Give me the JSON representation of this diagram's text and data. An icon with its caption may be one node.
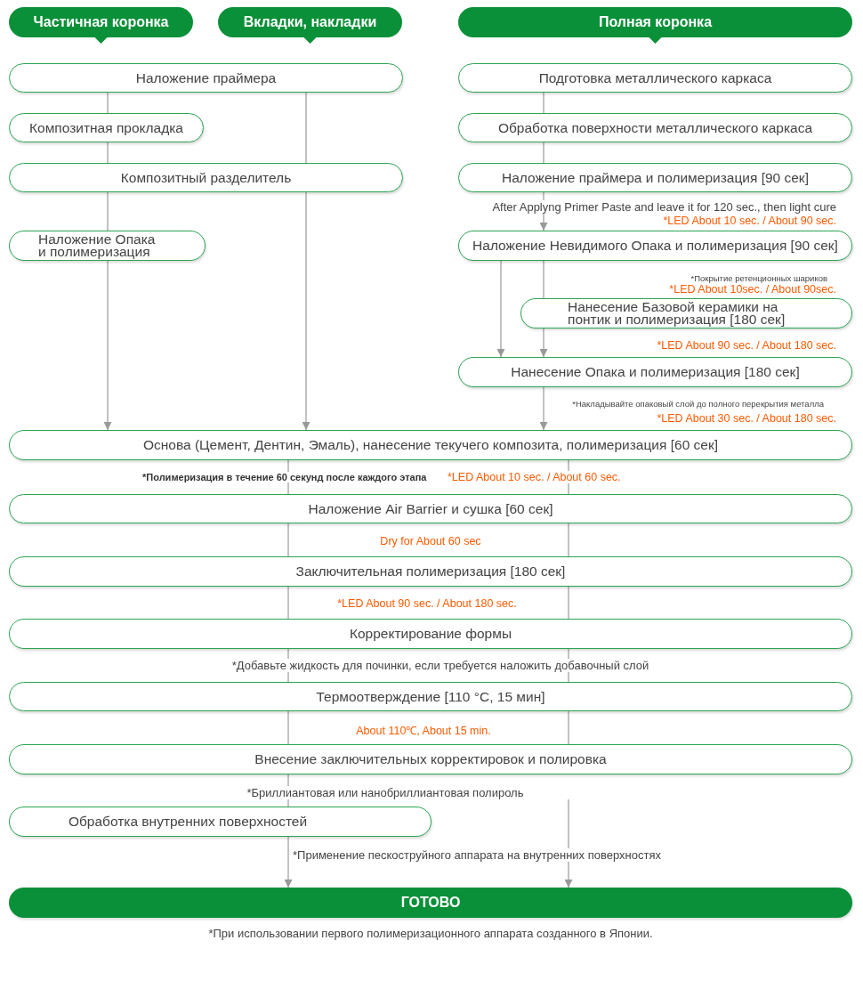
{
  "diagram": {
    "nodes": [
      {
        "text": [
          "Частичная коронка"
        ]
      },
      {
        "text": [
          "Вкладки, накладки"
        ]
      },
      {
        "text": [
          "Полная коронка"
        ]
      },
      {
        "text": [
          "Наложение праймера"
        ]
      },
      {
        "text": [
          "Композитная прокладка"
        ]
      },
      {
        "text": [
          "Композитный разделитель"
        ]
      },
      {
        "text": [
          "Наложение Опака и полимеризация"
        ]
      },
      {
        "text": [
          "Подготовка металлического каркаса"
        ]
      },
      {
        "text": [
          "Обработка поверхности металлического каркаса"
        ]
      },
      {
        "text": [
          "Наложение праймера и полимеризация [90 сек]"
        ]
      },
      {
        "text": [
          "Наложение Невидимого Опака и полимеризация [90 сек]"
        ]
      },
      {
        "text": [
          "Нанесение Базовой керамики на понтик и полимеризация [180 сек]"
        ]
      },
      {
        "text": [
          "Нанесение Опака и полимеризация [180 сек]"
        ]
      },
      {
        "text": [
          "Основа (Цемент, Дентин, Эмаль), нанесение текучего композита, полимеризация [60 сек]"
        ]
      },
      {
        "text": [
          "Наложение Air Barrier и сушка [60 сек]"
        ]
      },
      {
        "text": [
          "Заключительная полимеризация [180 сек]"
        ]
      },
      {
        "text": [
          "Корректирование формы"
        ]
      },
      {
        "text": [
          "Термоотверждение [110 °C, 15 мин]"
        ]
      },
      {
        "text": [
          "Внесение заключительных корректировок и полировка"
        ]
      },
      {
        "text": [
          "Обработка внутренних поверхностей"
        ]
      },
      {
        "text": [
          "ГОТОВО"
        ]
      }
    ],
    "edges": [
      {
        "from": 3,
        "to": 4,
        "arrow": "none"
      },
      {
        "from": 4,
        "to": 5,
        "arrow": "none"
      },
      {
        "from": 5,
        "to": 6,
        "arrow": "none"
      },
      {
        "from": 6,
        "to": 13,
        "arrow": "to"
      },
      {
        "from": 3,
        "to": 5,
        "arrow": "none"
      },
      {
        "from": 5,
        "to": 13,
        "arrow": "to"
      },
      {
        "from": 7,
        "to": 8,
        "arrow": "none"
      },
      {
        "from": 8,
        "to": 9,
        "arrow": "none"
      },
      {
        "from": 9,
        "to": 10,
        "arrow": "to"
      },
      {
        "from": 10,
        "to": 12,
        "arrow": "to"
      },
      {
        "from": 10,
        "to": 11,
        "arrow": "none"
      },
      {
        "from": 11,
        "to": 12,
        "arrow": "to"
      },
      {
        "from": 12,
        "to": 13,
        "arrow": "to"
      },
      {
        "from": 13,
        "to": 14,
        "arrow": "none"
      },
      {
        "from": 13,
        "to": 14,
        "arrow": "none"
      },
      {
        "from": 14,
        "to": 15,
        "arrow": "none"
      },
      {
        "from": 14,
        "to": 15,
        "arrow": "none"
      },
      {
        "from": 15,
        "to": 16,
        "arrow": "none"
      },
      {
        "from": 15,
        "to": 16,
        "arrow": "none"
      },
      {
        "from": 16,
        "to": 17,
        "arrow": "none"
      },
      {
        "from": 16,
        "to": 17,
        "arrow": "none"
      },
      {
        "from": 17,
        "to": 18,
        "arrow": "none"
      },
      {
        "from": 17,
        "to": 18,
        "arrow": "none"
      },
      {
        "from": 18,
        "to": 19,
        "arrow": "none"
      },
      {
        "from": 19,
        "to": 20,
        "arrow": "to"
      },
      {
        "from": 18,
        "to": 20,
        "arrow": "to"
      }
    ],
    "labels": [
      "After Applyng Primer Paste and leave it for 120 sec., then light cure",
      "*LED About 10 sec. / About 90 sec.",
      "*Покрытие ретенционных шариков",
      "*LED About 10sec. / About 90sec.",
      "*LED About 90 sec. / About 180 sec.",
      "*Накладывайте опаковый слой до полного перекрытия металла",
      "*LED About 30 sec. / About 180 sec.",
      "*Полимеризация в течение 60 секунд после каждого этапа",
      "*LED About 10 sec. / About 60 sec.",
      "Dry for About 60 sec",
      "*LED About 90 sec. / About 180 sec.",
      "*Добавьте жидкость для починки, если требуется наложить добавочный слой",
      "About 110℃, About 15 min.",
      "*Бриллиантовая или нанобриллиантовая полироль",
      "*Применение пескоструйного аппарата на внутренних поверхностях",
      "*При использовании первого полимеризационного аппарата созданного в Японии."
    ]
  }
}
